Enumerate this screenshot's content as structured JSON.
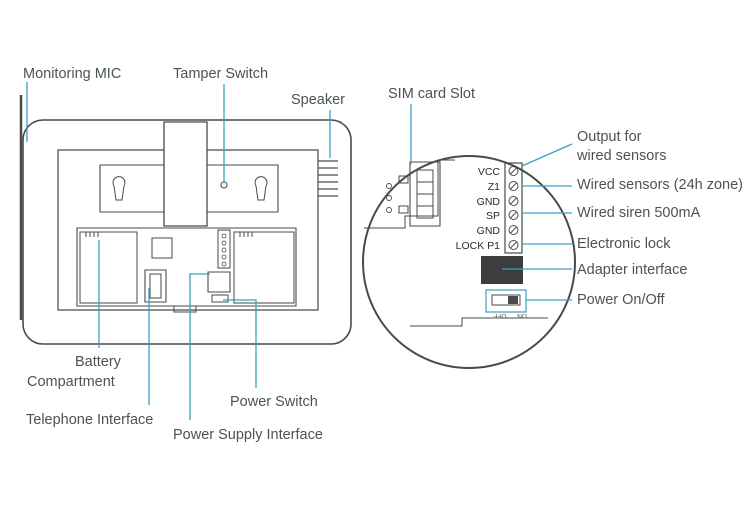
{
  "labels": {
    "monitoring_mic": "Monitoring MIC",
    "tamper_switch": "Tamper Switch",
    "speaker": "Speaker",
    "sim_card_slot": "SIM card Slot",
    "battery_line1": "Battery",
    "battery_line2": "Compartment",
    "telephone_interface": "Telephone Interface",
    "power_supply_interface": "Power Supply Interface",
    "power_switch": "Power Switch",
    "output_line1": "Output for",
    "output_line2": "wired sensors",
    "wired_sensors": "Wired sensors (24h zone)",
    "wired_siren": "Wired siren 500mA",
    "electronic_lock": "Electronic lock",
    "adapter_interface": "Adapter interface",
    "power_on_off": "Power On/Off"
  },
  "terminals": [
    "VCC",
    "Z1",
    "GND",
    "SP",
    "GND",
    "LOCK P1"
  ],
  "switch": {
    "off": "OFF",
    "on": "ON"
  },
  "colors": {
    "leader": "#3b9fc4",
    "outline": "#4a4a4a",
    "text": "#4a5358"
  }
}
